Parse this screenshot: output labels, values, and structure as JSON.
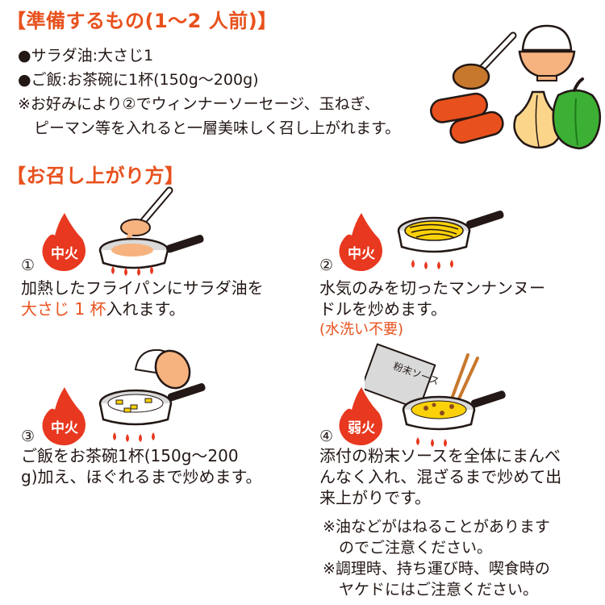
{
  "prep": {
    "heading": "【準備するもの(1〜2 人前)】",
    "items": [
      "●サラダ油:大さじ1",
      "●ご飯:お茶碗に1杯(150g〜200g)"
    ],
    "note_line1": "※お好みにより②でウィンナーソーセージ、玉ねぎ、",
    "note_line2": "ピーマン等を入れると一層美味しく召し上がれます。"
  },
  "method": {
    "heading": "【お召し上がり方】"
  },
  "steps": [
    {
      "num": "①",
      "heat": "中火",
      "line1": "加熱したフライパンにサラダ油を",
      "line2_highlight": "大さじ 1 杯",
      "line2_rest": "入れます。"
    },
    {
      "num": "②",
      "heat": "中火",
      "line1": "水気のみを切ったマンナンヌー",
      "line2": "ドルを炒めます。",
      "line3_highlight": "(水洗い不要)"
    },
    {
      "num": "③",
      "heat": "中火",
      "line1": "ご飯をお茶碗1杯(150g〜200",
      "line2": "g)加え、ほぐれるまで炒めます。"
    },
    {
      "num": "④",
      "heat": "弱火",
      "line1": "添付の粉末ソースを全体にまんべ",
      "line2": "んなく入れ、混ざるまで炒めて出",
      "line3": "来上がりです。"
    }
  ],
  "packet_label": "粉末ソース",
  "cautions": [
    {
      "line1": "※油などがはねることがありま",
      "line1_end": "す",
      "line2": "のでご注意ください。"
    },
    {
      "line1": "※調理時、持ち運び時、喫食時の",
      "line2": "ヤケドにはご注意ください。"
    }
  ],
  "colors": {
    "accent": "#e8511d",
    "flame": "#e8381f",
    "text": "#231815"
  }
}
